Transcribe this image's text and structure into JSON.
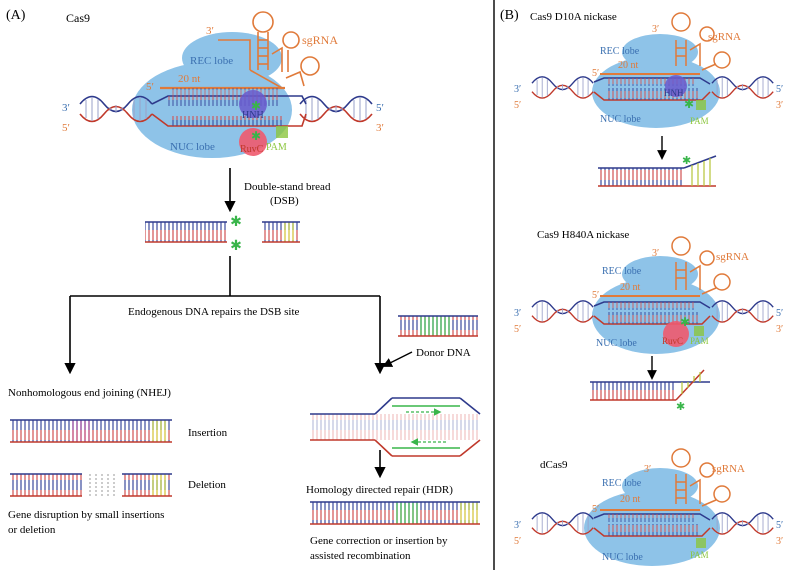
{
  "panel_a": {
    "label": "(A)",
    "title": "Cas9",
    "sgrna": "sgRNA",
    "rec_lobe": "REC lobe",
    "nuc_lobe": "NUC lobe",
    "nt20": "20 nt",
    "hnh": "HNH",
    "ruvc": "RuvC",
    "pam": "PAM",
    "end3": "3′",
    "end5": "5′",
    "dsb_line1": "Double-stand bread",
    "dsb_line2": "(DSB)",
    "repair_text": "Endogenous DNA repairs the DSB site",
    "donor": "Donor DNA",
    "nhej_title": "Nonhomologous end joining (NHEJ)",
    "insertion": "Insertion",
    "deletion": "Deletion",
    "nhej_outcome_line1": "Gene disruption by small insertions",
    "nhej_outcome_line2": "or deletion",
    "hdr_title": "Homology directed repair (HDR)",
    "hdr_outcome_line1": "Gene correction or insertion by",
    "hdr_outcome_line2": "assisted recombination"
  },
  "panel_b": {
    "label": "(B)",
    "d10a_title": "Cas9 D10A nickase",
    "h840a_title": "Cas9 H840A nickase",
    "dcas9_title": "dCas9",
    "sgrna": "sgRNA",
    "rec_lobe": "REC lobe",
    "nuc_lobe": "NUC lobe",
    "nt20": "20 nt",
    "hnh": "HNH",
    "ruvc": "RuvC",
    "pam": "PAM",
    "end3": "3′",
    "end5": "5′"
  },
  "colors": {
    "blob": "#8ec3e8",
    "orange": "#e07a3a",
    "blue_text": "#3a6fb0",
    "dark_blue": "#2e3a8c",
    "red": "#c0392b",
    "pam_green": "#8cc63f",
    "hnh_purple": "#6a5acd",
    "ruvc_red": "#f05a6e",
    "cut_green": "#39b54a"
  }
}
